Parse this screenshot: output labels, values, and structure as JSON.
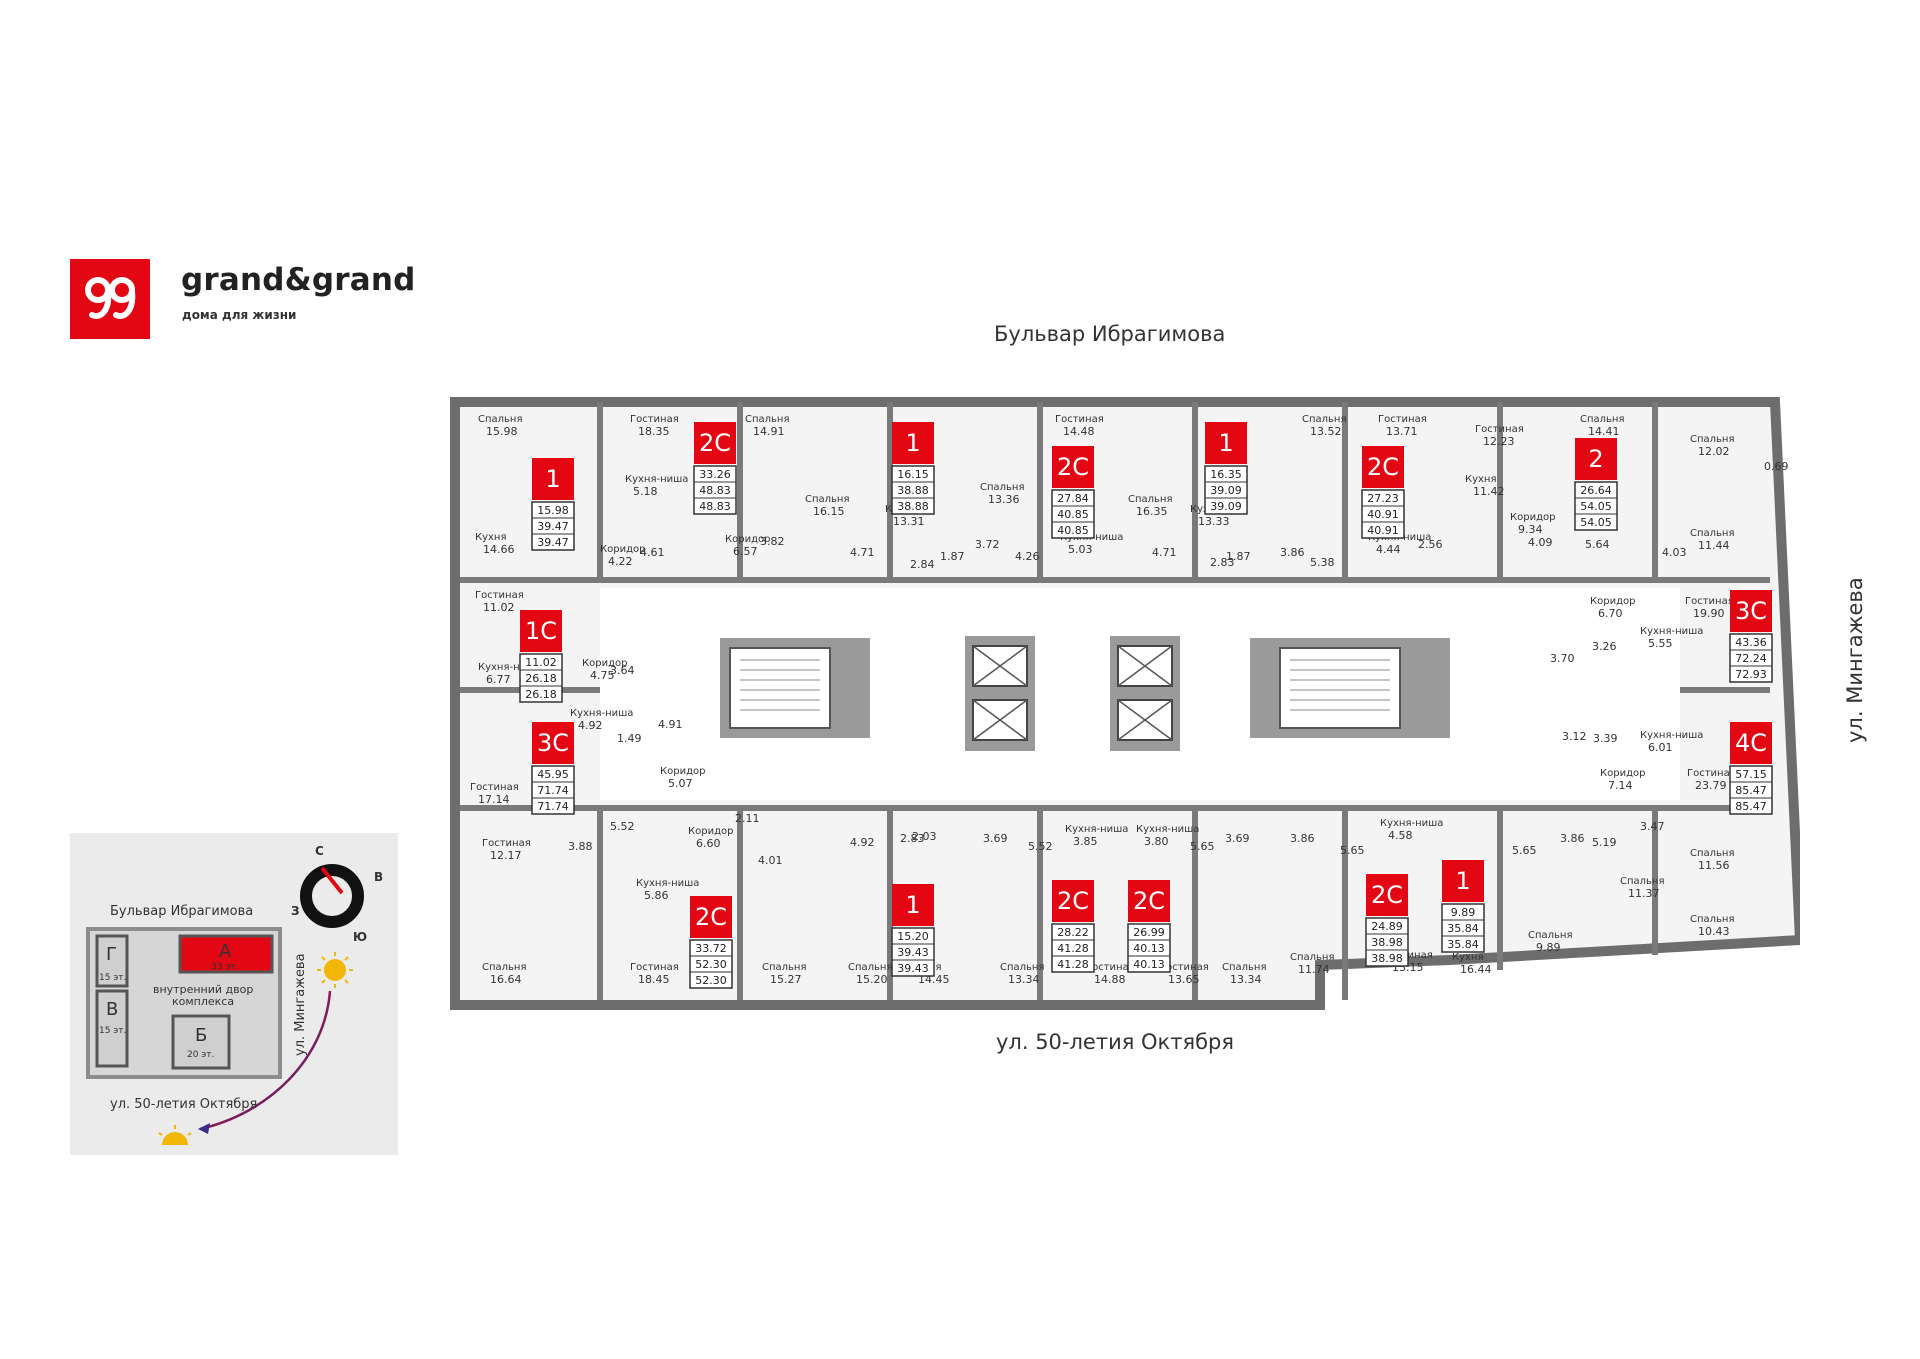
{
  "brand": {
    "logo_text": "gg",
    "name": "grand&grand",
    "tagline": "дома для жизни",
    "accent_color": "#e30613"
  },
  "streets": {
    "top": "Бульвар Ибрагимова",
    "bottom": "ул. 50-летия Октября",
    "right": "ул. Мингажева"
  },
  "apartments": [
    {
      "type": "1",
      "areas": [
        "15.98",
        "39.47",
        "39.47"
      ]
    },
    {
      "type": "2С",
      "areas": [
        "33.26",
        "48.83",
        "48.83"
      ]
    },
    {
      "type": "1",
      "areas": [
        "16.15",
        "38.88",
        "38.88"
      ]
    },
    {
      "type": "2С",
      "areas": [
        "27.84",
        "40.85",
        "40.85"
      ]
    },
    {
      "type": "1",
      "areas": [
        "16.35",
        "39.09",
        "39.09"
      ]
    },
    {
      "type": "2С",
      "areas": [
        "27.23",
        "40.91",
        "40.91"
      ]
    },
    {
      "type": "2",
      "areas": [
        "26.64",
        "54.05",
        "54.05"
      ]
    },
    {
      "type": "1С",
      "areas": [
        "11.02",
        "26.18",
        "26.18"
      ]
    },
    {
      "type": "3С",
      "areas": [
        "43.36",
        "72.24",
        "72.93"
      ]
    },
    {
      "type": "3С",
      "areas": [
        "45.95",
        "71.74",
        "71.74"
      ]
    },
    {
      "type": "4С",
      "areas": [
        "57.15",
        "85.47",
        "85.47"
      ]
    },
    {
      "type": "2С",
      "areas": [
        "33.72",
        "52.30",
        "52.30"
      ]
    },
    {
      "type": "1",
      "areas": [
        "15.20",
        "39.43",
        "39.43"
      ]
    },
    {
      "type": "2С",
      "areas": [
        "28.22",
        "41.28",
        "41.28"
      ]
    },
    {
      "type": "2С",
      "areas": [
        "26.99",
        "40.13",
        "40.13"
      ]
    },
    {
      "type": "2С",
      "areas": [
        "24.89",
        "38.98",
        "38.98"
      ]
    },
    {
      "type": "1",
      "areas": [
        "9.89",
        "35.84",
        "35.84"
      ]
    }
  ],
  "rooms": [
    {
      "name": "Спальня",
      "area": "15.98"
    },
    {
      "name": "Гостиная",
      "area": "18.35"
    },
    {
      "name": "Спальня",
      "area": "14.91"
    },
    {
      "name": "Гостиная",
      "area": "14.48"
    },
    {
      "name": "Спальня",
      "area": "13.52"
    },
    {
      "name": "Гостиная",
      "area": "13.71"
    },
    {
      "name": "Гостиная",
      "area": "12.23"
    },
    {
      "name": "Спальня",
      "area": "14.41"
    },
    {
      "name": "Спальня",
      "area": "12.02"
    },
    {
      "name": "Кухня-ниша",
      "area": "5.18"
    },
    {
      "name": "Спальня",
      "area": "16.15"
    },
    {
      "name": "Кухня",
      "area": "13.31"
    },
    {
      "name": "Спальня",
      "area": "13.36"
    },
    {
      "name": "Спальня",
      "area": "16.35"
    },
    {
      "name": "Кухня",
      "area": "13.33"
    },
    {
      "name": "Кухня",
      "area": "11.42"
    },
    {
      "name": "Кухня",
      "area": "14.66"
    },
    {
      "name": "Коридор",
      "area": "4.22"
    },
    {
      "name": "Коридор",
      "area": "6.57"
    },
    {
      "name": "Кухня-ниша",
      "area": "5.03"
    },
    {
      "name": "Кухня-ниша",
      "area": "4.44"
    },
    {
      "name": "Коридор",
      "area": "9.34"
    },
    {
      "name": "Спальня",
      "area": "11.44"
    },
    {
      "name": "Гостиная",
      "area": "11.02"
    },
    {
      "name": "Кухня-ниша",
      "area": "6.77"
    },
    {
      "name": "Коридор",
      "area": "4.75"
    },
    {
      "name": "Коридор",
      "area": "6.70"
    },
    {
      "name": "Гостиная",
      "area": "19.90"
    },
    {
      "name": "Кухня-ниша",
      "area": "5.55"
    },
    {
      "name": "Кухня-ниша",
      "area": "4.92"
    },
    {
      "name": "Коридор",
      "area": "5.07"
    },
    {
      "name": "Гостиная",
      "area": "17.14"
    },
    {
      "name": "Кухня-ниша",
      "area": "6.01"
    },
    {
      "name": "Коридор",
      "area": "7.14"
    },
    {
      "name": "Гостиная",
      "area": "23.79"
    },
    {
      "name": "Гостиная",
      "area": "12.17"
    },
    {
      "name": "Кухня-ниша",
      "area": "5.86"
    },
    {
      "name": "Коридор",
      "area": "6.60"
    },
    {
      "name": "Кухня-ниша",
      "area": "3.85"
    },
    {
      "name": "Кухня-ниша",
      "area": "3.80"
    },
    {
      "name": "Кухня-ниша",
      "area": "4.58"
    },
    {
      "name": "Спальня",
      "area": "11.56"
    },
    {
      "name": "Спальня",
      "area": "11.37"
    },
    {
      "name": "Спальня",
      "area": "10.43"
    },
    {
      "name": "Спальня",
      "area": "16.64"
    },
    {
      "name": "Гостиная",
      "area": "18.45"
    },
    {
      "name": "Спальня",
      "area": "15.27"
    },
    {
      "name": "Спальня",
      "area": "15.20"
    },
    {
      "name": "Кухня",
      "area": "14.45"
    },
    {
      "name": "Спальня",
      "area": "13.34"
    },
    {
      "name": "Гостиная",
      "area": "14.88"
    },
    {
      "name": "Гостиная",
      "area": "13.65"
    },
    {
      "name": "Спальня",
      "area": "13.34"
    },
    {
      "name": "Спальня",
      "area": "11.74"
    },
    {
      "name": "Гостиная",
      "area": "13.15"
    },
    {
      "name": "Кухня",
      "area": "16.44"
    },
    {
      "name": "Спальня",
      "area": "9.89"
    }
  ],
  "small_areas": [
    "3.82",
    "4.61",
    "4.71",
    "3.72",
    "4.71",
    "3.86",
    "2.56",
    "4.09",
    "5.64",
    "3.64",
    "3.70",
    "3.26",
    "4.91",
    "1.49",
    "3.12",
    "3.39",
    "2.11",
    "4.01",
    "4.92",
    "3.69",
    "3.69",
    "3.86",
    "3.86",
    "5.52",
    "3.88",
    "5.19",
    "3.47",
    "2.84",
    "1.87",
    "4.26",
    "2.83",
    "1.87",
    "5.38",
    "2.03",
    "5.52",
    "5.65",
    "5.65",
    "5.65",
    "0.69",
    "4.03",
    "2.83"
  ],
  "mini_map": {
    "street_top": "Бульвар Ибрагимова",
    "street_bottom": "ул. 50-летия Октября",
    "street_side": "ул. Мингажева",
    "courtyard": "внутренний двор комплекса",
    "buildings": [
      {
        "letter": "А",
        "floors": "33 эт.",
        "highlight": true
      },
      {
        "letter": "Г",
        "floors": "15 эт."
      },
      {
        "letter": "В",
        "floors": "15 эт."
      },
      {
        "letter": "Б",
        "floors": "20 эт."
      }
    ],
    "compass": {
      "north": "С",
      "east": "В",
      "south": "Ю",
      "west": "З"
    }
  }
}
